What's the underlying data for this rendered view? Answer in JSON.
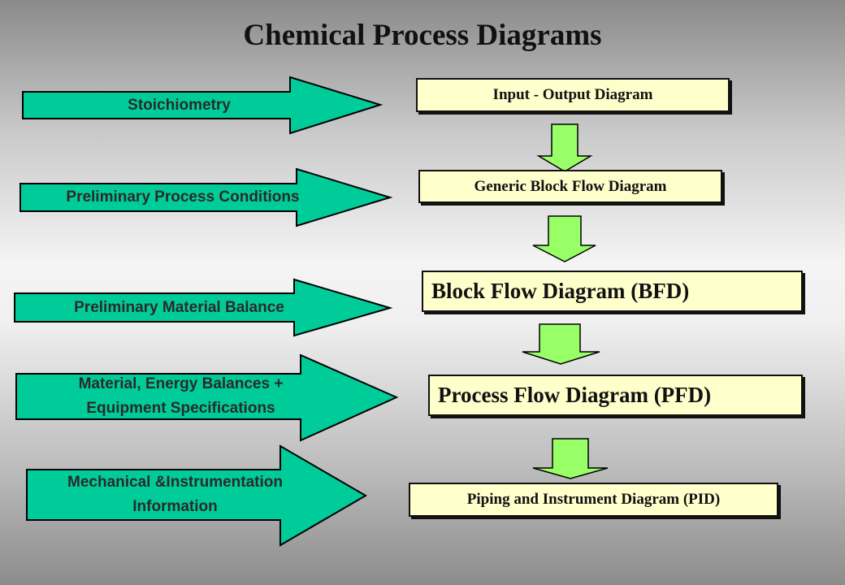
{
  "title": "Chemical Process Diagrams",
  "colors": {
    "arrow_fill": "#00cc99",
    "arrow_stroke": "#000000",
    "box_fill": "#ffffcc",
    "down_arrow_fill": "#99ff66"
  },
  "input_arrows": [
    {
      "label": "Stoichiometry"
    },
    {
      "label": "Preliminary Process Conditions"
    },
    {
      "label": "Preliminary Material Balance"
    },
    {
      "label": "Material, Energy Balances +\nEquipment Specifications"
    },
    {
      "label": "Mechanical &Instrumentation\nInformation"
    }
  ],
  "diagram_boxes": [
    {
      "label": "Input - Output  Diagram"
    },
    {
      "label": "Generic Block Flow Diagram"
    },
    {
      "label": "Block Flow Diagram (BFD)"
    },
    {
      "label": "Process Flow Diagram (PFD)"
    },
    {
      "label": "Piping and Instrument Diagram (PID)"
    }
  ]
}
